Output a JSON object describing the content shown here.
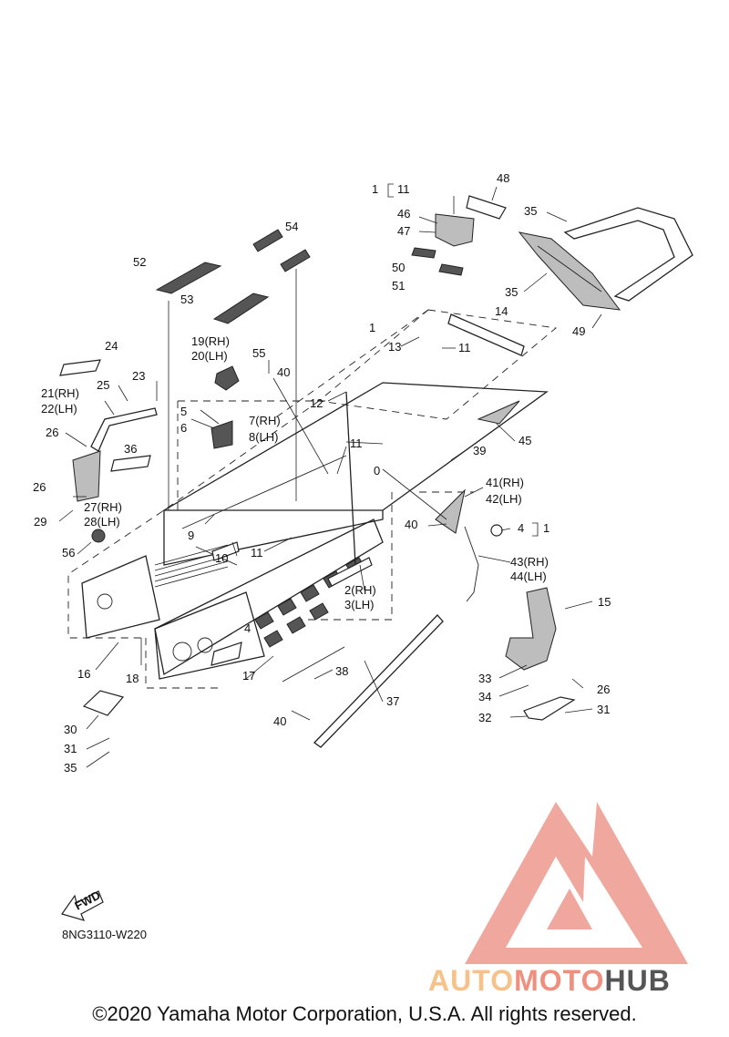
{
  "diagram": {
    "doc_code": "8NG3110-W220",
    "fwd_label": "FWD",
    "copyright": "©2020 Yamaha Motor Corporation, U.S.A. All rights reserved.",
    "watermark": {
      "part_a": "AUTO",
      "part_b": "MOTO",
      "part_c": "HUB",
      "color_light": "#f7c28a",
      "color_red": "#ef8f7e",
      "color_dark": "#555555",
      "logo_color": "#ef9e94"
    },
    "labels": [
      "1",
      "11",
      "48",
      "46",
      "47",
      "35",
      "50",
      "51",
      "35",
      "49",
      "14",
      "54",
      "52",
      "53",
      "1",
      "13",
      "11",
      "19(RH)",
      "20(LH)",
      "55",
      "40",
      "24",
      "23",
      "25",
      "21(RH)",
      "22(LH)",
      "12",
      "45",
      "5",
      "7(RH)",
      "6",
      "8(LH)",
      "11",
      "39",
      "36",
      "26",
      "0",
      "41(RH)",
      "42(LH)",
      "26",
      "27(RH)",
      "28(LH)",
      "29",
      "40",
      "9",
      "4",
      "1",
      "56",
      "10",
      "11",
      "43(RH)",
      "44(LH)",
      "15",
      "2(RH)",
      "3(LH)",
      "4",
      "16",
      "18",
      "17",
      "38",
      "33",
      "26",
      "34",
      "31",
      "32",
      "37",
      "30",
      "31",
      "40",
      "35"
    ]
  }
}
